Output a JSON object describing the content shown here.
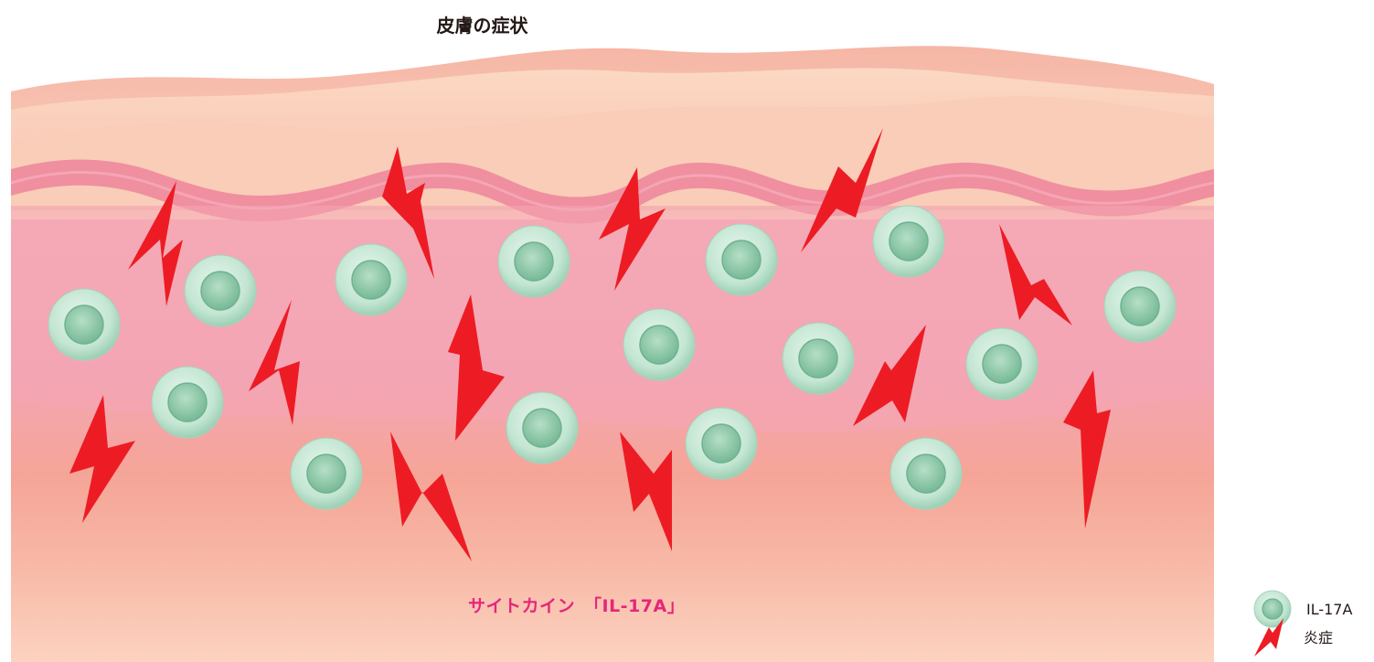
{
  "title": "皮膚の症状",
  "caption": "サイトカイン　「IL-17A」",
  "legend": {
    "cell_label": "IL-17A",
    "inflammation_label": "炎症"
  },
  "colors": {
    "cell_outer": "#a9d8bf",
    "cell_inner": "#7cbd9c",
    "bolt": "#ed1c24",
    "skin_top": "#f8cfc0",
    "skin_pink": "#f4a6b4",
    "caption": "#e4277a"
  },
  "icons": {
    "cell": "cell-icon",
    "bolt": "lightning-bolt-icon"
  }
}
